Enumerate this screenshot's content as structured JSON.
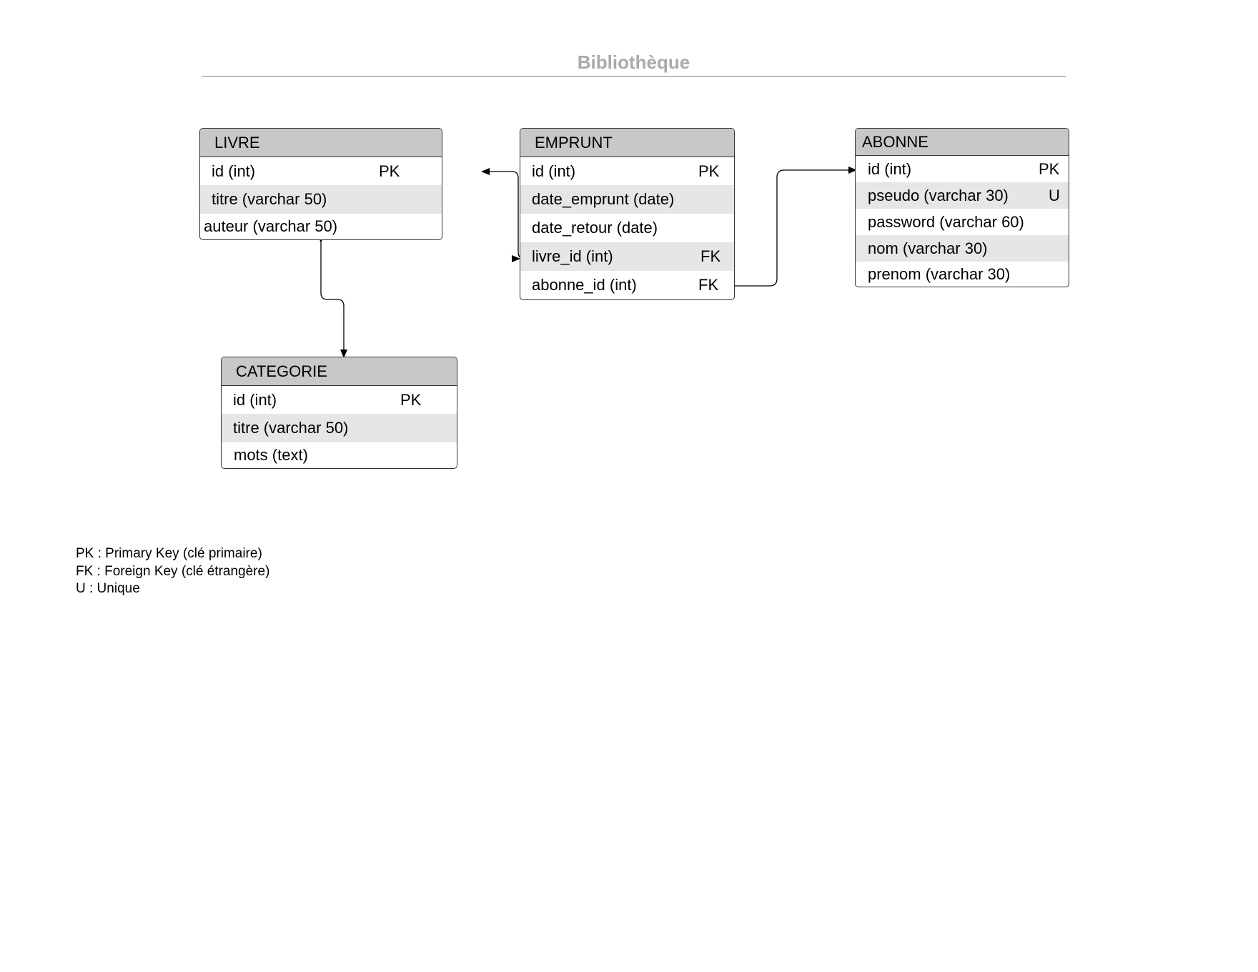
{
  "title": "Bibliothèque",
  "entities": {
    "livre": {
      "name": "LIVRE",
      "fields": [
        {
          "name": "id (int)",
          "key": "PK"
        },
        {
          "name": "titre (varchar 50)",
          "key": ""
        },
        {
          "name": "auteur (varchar 50)",
          "key": ""
        }
      ]
    },
    "emprunt": {
      "name": "EMPRUNT",
      "fields": [
        {
          "name": "id (int)",
          "key": "PK"
        },
        {
          "name": "date_emprunt (date)",
          "key": ""
        },
        {
          "name": "date_retour (date)",
          "key": ""
        },
        {
          "name": "livre_id (int)",
          "key": "FK"
        },
        {
          "name": "abonne_id (int)",
          "key": "FK"
        }
      ]
    },
    "abonne": {
      "name": "ABONNE",
      "fields": [
        {
          "name": "id (int)",
          "key": "PK"
        },
        {
          "name": "pseudo (varchar 30)",
          "key": "U"
        },
        {
          "name": "password (varchar 60)",
          "key": ""
        },
        {
          "name": "nom (varchar 30)",
          "key": ""
        },
        {
          "name": "prenom (varchar 30)",
          "key": ""
        }
      ]
    },
    "categorie": {
      "name": "CATEGORIE",
      "fields": [
        {
          "name": "id (int)",
          "key": "PK"
        },
        {
          "name": "titre (varchar 50)",
          "key": ""
        },
        {
          "name": "mots (text)",
          "key": ""
        }
      ]
    }
  },
  "legend": [
    "PK : Primary Key (clé primaire)",
    "FK : Foreign Key (clé étrangère)",
    "U : Unique"
  ]
}
